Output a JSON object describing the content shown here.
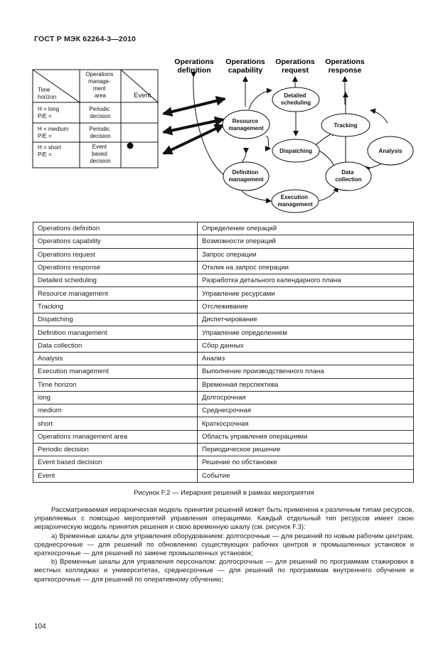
{
  "header": {
    "standard": "ГОСТ Р МЭК 62264-3—2010"
  },
  "diagram": {
    "top_labels": [
      [
        "Operations",
        "definition"
      ],
      [
        "Operations",
        "capability"
      ],
      [
        "Operations",
        "request"
      ],
      [
        "Operations",
        "response"
      ]
    ],
    "left_table": {
      "col1_header": [
        "Time",
        "horizon"
      ],
      "col2_header": [
        "Operations",
        "manage-",
        "ment",
        "area"
      ],
      "col3_header": "Event",
      "rows": [
        {
          "horizon": [
            "H = long",
            "P/E ="
          ],
          "decision": [
            "Periodic",
            "decision"
          ]
        },
        {
          "horizon": [
            "H = medium",
            "P/E ="
          ],
          "decision": [
            "Periodic",
            "decision"
          ]
        },
        {
          "horizon": [
            "H = short",
            "P/E ="
          ],
          "decision": [
            "Event",
            "based",
            "decision"
          ]
        }
      ]
    },
    "nodes": {
      "detailed_scheduling": [
        "Detailed",
        "scheduling"
      ],
      "resource_management": [
        "Resource",
        "management"
      ],
      "tracking": [
        "Tracking"
      ],
      "dispatching": [
        "Dispatching"
      ],
      "analysis": [
        "Analysis"
      ],
      "definition_management": [
        "Definition",
        "management"
      ],
      "data_collection": [
        "Data",
        "collection"
      ],
      "execution_management": [
        "Execution",
        "management"
      ]
    }
  },
  "glossary": [
    [
      "Operations definition",
      "Определение операций"
    ],
    [
      "Operations capability",
      "Возможности операций"
    ],
    [
      "Operations request",
      "Запрос операции"
    ],
    [
      "Operations response",
      "Отклик на запрос операции"
    ],
    [
      "Detailed scheduling",
      "Разработка детального календарного плана"
    ],
    [
      "Resource management",
      "Управление ресурсами"
    ],
    [
      "Tracking",
      "Отслеживание"
    ],
    [
      "Dispatching",
      "Диспетчирование"
    ],
    [
      "Definition management",
      "Управление определением"
    ],
    [
      "Data collection",
      "Сбор данных"
    ],
    [
      "Analysis",
      "Анализ"
    ],
    [
      "Execution management",
      "Выполнение производственного плана"
    ],
    [
      "Time horizon",
      "Временная перспектива"
    ],
    [
      "long",
      "Долгосрочная"
    ],
    [
      "medium",
      "Среднесрочная"
    ],
    [
      "short",
      "Краткосрочная"
    ],
    [
      "Operations management area",
      "Область управления операциями"
    ],
    [
      "Periodic decision",
      "Периодическое решение"
    ],
    [
      "Event based decision",
      "Решение по обстановке"
    ],
    [
      "Event",
      "Событие"
    ]
  ],
  "caption": "Рисунок F.2 — Иерархия решений в рамках мероприятия",
  "paragraphs": [
    "Рассматриваемая иерархическая модель принятия решений может быть применена к различным типам ресурсов, управляемых с помощью мероприятий управления операциями. Каждый отдельный тип ресурсов имеет свою иерархическую модель принятия решения и свою временную шкалу (см. рисунок F.3):",
    "а) Временные шкалы для управления оборудованием: долгосрочные — для решений по новым рабочим центрам, среднесрочные — для решений по обновлению существующих рабочих центров и промышленных установок и краткосрочные — для решений по замене промышленных установок;",
    "b) Временные шкалы для управления персоналом: долгосрочные — для решений по программам стажировки в местных колледжах и университетах, среднесрочные — для решений по программам внутреннего обучения и краткосрочные — для решений по оперативному обучению;"
  ],
  "page_number": "104"
}
